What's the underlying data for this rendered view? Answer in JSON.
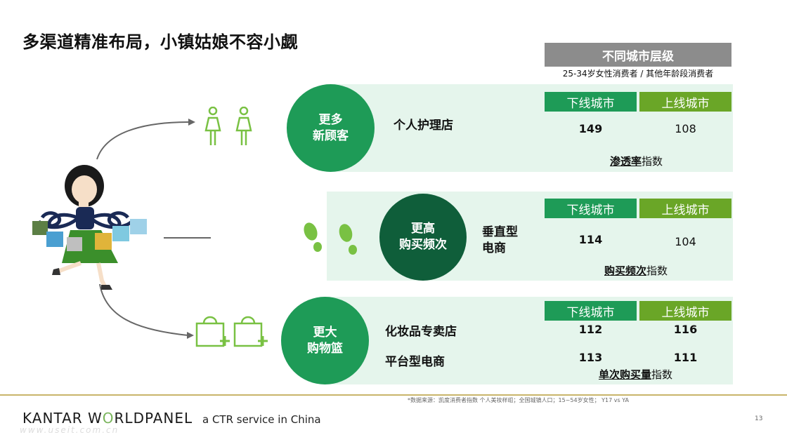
{
  "title": "多渠道精准布局，小镇姑娘不容小觑",
  "legend": {
    "header": "不同城市层级",
    "subtitle": "25-34岁女性消费者 / 其他年龄段消费者"
  },
  "colors": {
    "band": "#e5f5ec",
    "circle_mid": "#1e9b57",
    "circle_dark": "#0f5e3a",
    "tag_lower": "#1e9b57",
    "tag_upper": "#6aa627",
    "icon_green": "#79c143"
  },
  "rows": [
    {
      "circle_lines": [
        "更多",
        "新顾客"
      ],
      "icon": "person-icon",
      "channels": [
        {
          "name": "个人护理店",
          "lower": "149",
          "upper": "108"
        }
      ],
      "tags": {
        "lower": "下线城市",
        "upper": "上线城市"
      },
      "index": {
        "bold": "渗透率",
        "rest": "指数"
      }
    },
    {
      "circle_lines": [
        "更高",
        "购买频次"
      ],
      "icon": "footprint-icon",
      "channels": [
        {
          "name_lines": [
            "垂直型",
            "电商"
          ],
          "lower": "114",
          "upper": "104"
        }
      ],
      "tags": {
        "lower": "下线城市",
        "upper": "上线城市"
      },
      "index": {
        "bold": "购买频次",
        "rest": "指数"
      }
    },
    {
      "circle_lines": [
        "更大",
        "购物篮"
      ],
      "icon": "shopping-bag-plus-icon",
      "channels": [
        {
          "name": "化妆品专卖店",
          "lower": "112",
          "upper": "116"
        },
        {
          "name": "平台型电商",
          "lower": "113",
          "upper": "111"
        }
      ],
      "tags": {
        "lower": "下线城市",
        "upper": "上线城市"
      },
      "index": {
        "bold": "单次购买量",
        "rest": "指数"
      }
    }
  ],
  "source": "*数据来源：凯度消费者指数 个人美妆样组；全国城镇人口；15~54岁女性； Y17 vs YA",
  "page_number": "13",
  "brand": {
    "part1": "KANTAR W",
    "part2": "O",
    "part3": "RLDPANEL"
  },
  "tagline": "a CTR service in China",
  "watermark": "www.useit.com.cn"
}
